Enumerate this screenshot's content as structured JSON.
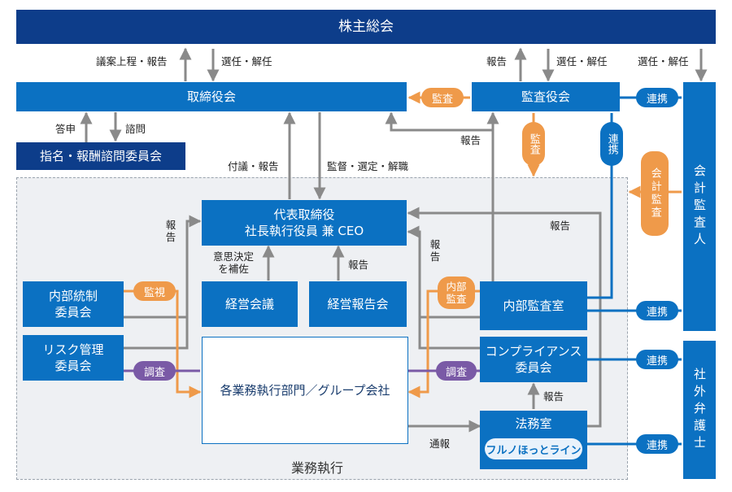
{
  "boxes": {
    "shareholders": "株主総会",
    "board": "取締役会",
    "audit_board": "監査役会",
    "nomination": "指名・報酬諮問委員会",
    "ceo_line1": "代表取締役",
    "ceo_line2": "社長執行役員 兼 CEO",
    "mgmt_meeting": "経営会議",
    "mgmt_report": "経営報告会",
    "internal_control_l1": "内部統制",
    "internal_control_l2": "委員会",
    "risk_l1": "リスク管理",
    "risk_l2": "委員会",
    "business_units": "各業務執行部門／グループ会社",
    "internal_audit": "内部監査室",
    "compliance_l1": "コンプライアンス",
    "compliance_l2": "委員会",
    "legal": "法務室",
    "hotline": "フルノほっとライン",
    "accounting_auditor": "会計監査人",
    "outside_lawyer": "社外弁護士",
    "business_execution": "業務執行"
  },
  "labels": {
    "proposal_report": "議案上程・報告",
    "elect_dismiss_1": "選任・解任",
    "report_1": "報告",
    "elect_dismiss_2": "選任・解任",
    "elect_dismiss_3": "選任・解任",
    "answer": "答申",
    "consult": "諮問",
    "report_2": "報告",
    "refer_report": "付議・報告",
    "supervise": "監督・選定・解職",
    "report_3": "報告",
    "report_4": "報告",
    "decision_support_l1": "意思決定",
    "decision_support_l2": "を補佐",
    "report_5": "報告",
    "report_6": "報告",
    "report_7": "報告",
    "whistleblow": "通報"
  },
  "pills": {
    "audit_h": "監査",
    "audit_v": "監査",
    "coop_1": "連携",
    "coop_2": "連携",
    "accounting_audit": "会計監査",
    "monitor": "監視",
    "internal_audit_pill": "内部監査",
    "investigate_1": "調査",
    "investigate_2": "調査",
    "coop_3": "連携",
    "coop_4": "連携",
    "coop_5": "連携"
  },
  "colors": {
    "dark_navy": "#0d3d8a",
    "blue": "#0b71c2",
    "orange": "#ef9a4a",
    "purple": "#7a5aa6",
    "gray_arrow": "#8a8a8a"
  }
}
